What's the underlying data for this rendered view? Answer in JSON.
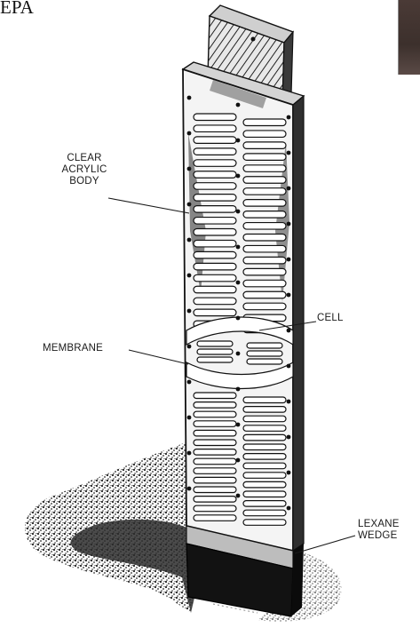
{
  "corner_text": "EPA",
  "labels": {
    "clear_acrylic_body": [
      "CLEAR",
      "ACRYLIC",
      "BODY"
    ],
    "cell": "CELL",
    "membrane": "MEMBRANE",
    "lexane_wedge": [
      "LEXANE",
      "WEDGE"
    ]
  },
  "colors": {
    "ink": "#1a1a1a",
    "shadow": "#2b2b2b",
    "paper": "#ffffff"
  }
}
